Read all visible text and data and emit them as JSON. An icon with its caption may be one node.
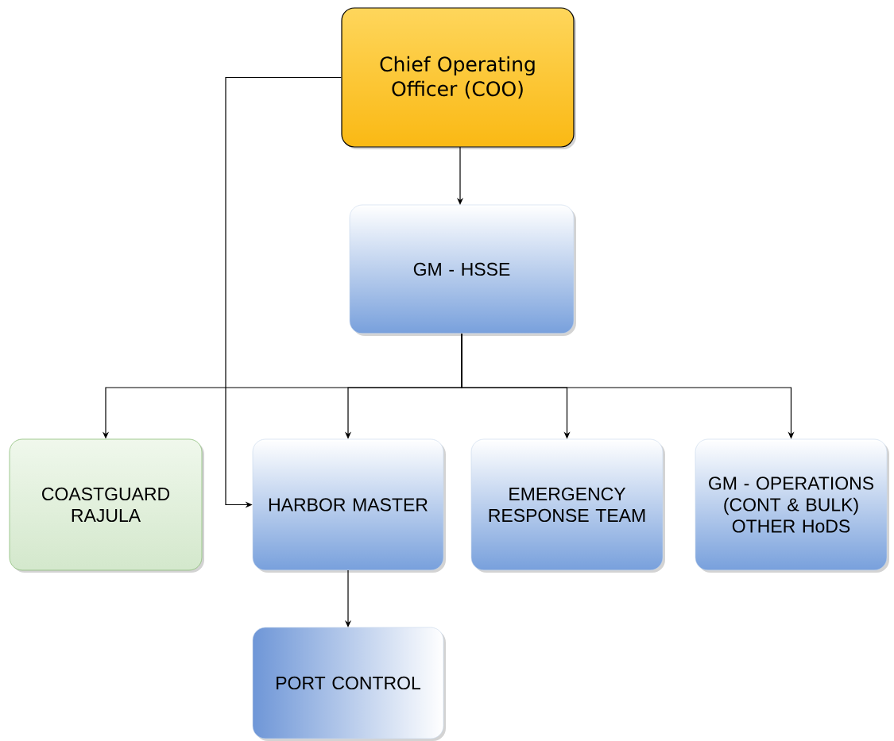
{
  "diagram": {
    "nodes": [
      {
        "text": [
          "Chief Operating Officer (COO)"
        ]
      },
      {
        "text": [
          "GM - HSSE"
        ]
      },
      {
        "text": [
          "COASTGUARD RAJULA"
        ]
      },
      {
        "text": [
          "HARBOR MASTER"
        ]
      },
      {
        "text": [
          "EMERGENCY RESPONSE TEAM"
        ]
      },
      {
        "text": [
          "GM - OPERATIONS (CONT & BULK) OTHER HoDS"
        ]
      },
      {
        "text": [
          "PORT CONTROL"
        ]
      }
    ],
    "edges": [
      {
        "from": 0,
        "to": 1,
        "arrow": "to"
      },
      {
        "from": 1,
        "to": 2,
        "arrow": "to"
      },
      {
        "from": 1,
        "to": 3,
        "arrow": "to"
      },
      {
        "from": 1,
        "to": 4,
        "arrow": "to"
      },
      {
        "from": 1,
        "to": 5,
        "arrow": "to"
      },
      {
        "from": 0,
        "to": 3,
        "arrow": "to"
      },
      {
        "from": 3,
        "to": 6,
        "arrow": "to"
      }
    ]
  }
}
